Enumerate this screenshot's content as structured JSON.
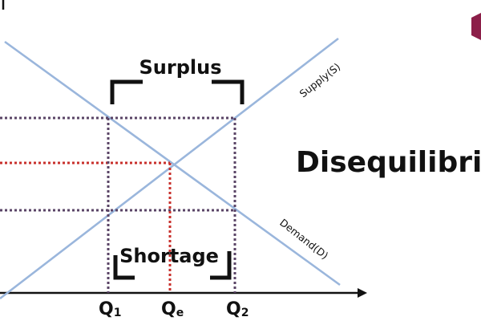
{
  "labels": {
    "surplus": "Surplus",
    "shortage": "Shortage",
    "supply": "Supply(S)",
    "demand": "Demand(D)",
    "heading": "Disequilibriu",
    "q1_main": "Q",
    "q1_sub": "1",
    "qe_main": "Q",
    "qe_sub": "e",
    "q2_main": "Q",
    "q2_sub": "2"
  },
  "colors": {
    "curve": "#9ab6dc",
    "upper_price_line": "#5a4466",
    "equilibrium_line": "#c8302c",
    "lower_price_line": "#5a4466",
    "axis": "#111111",
    "bracket": "#111111",
    "logo": "#8c1f49"
  },
  "icons": {
    "logo": "hexagon-logo-icon"
  }
}
